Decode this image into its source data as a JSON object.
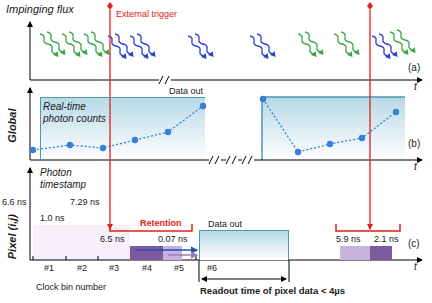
{
  "diagram": {
    "nodes": [
      {
        "text": [
          "Data out",
          "Real-time photon counts"
        ]
      },
      {
        "text": [
          "Data out"
        ]
      }
    ],
    "labels": [
      "Impinging flux",
      "External trigger",
      "(a)",
      "t",
      "Global",
      "(b)",
      "t",
      "Pixel (i,j)",
      "Photon timestamp",
      "6.6 ns",
      "1.0 ns",
      "7.29 ns",
      "Retention",
      "6.5 ns",
      "0.07 ns",
      "(c)",
      "t",
      "#1",
      "#2",
      "#3",
      "#4",
      "#5",
      "#6",
      "5.9 ns",
      "2.1 ns",
      "Clock bin number",
      "Readout time of pixel data < 4µs"
    ]
  }
}
